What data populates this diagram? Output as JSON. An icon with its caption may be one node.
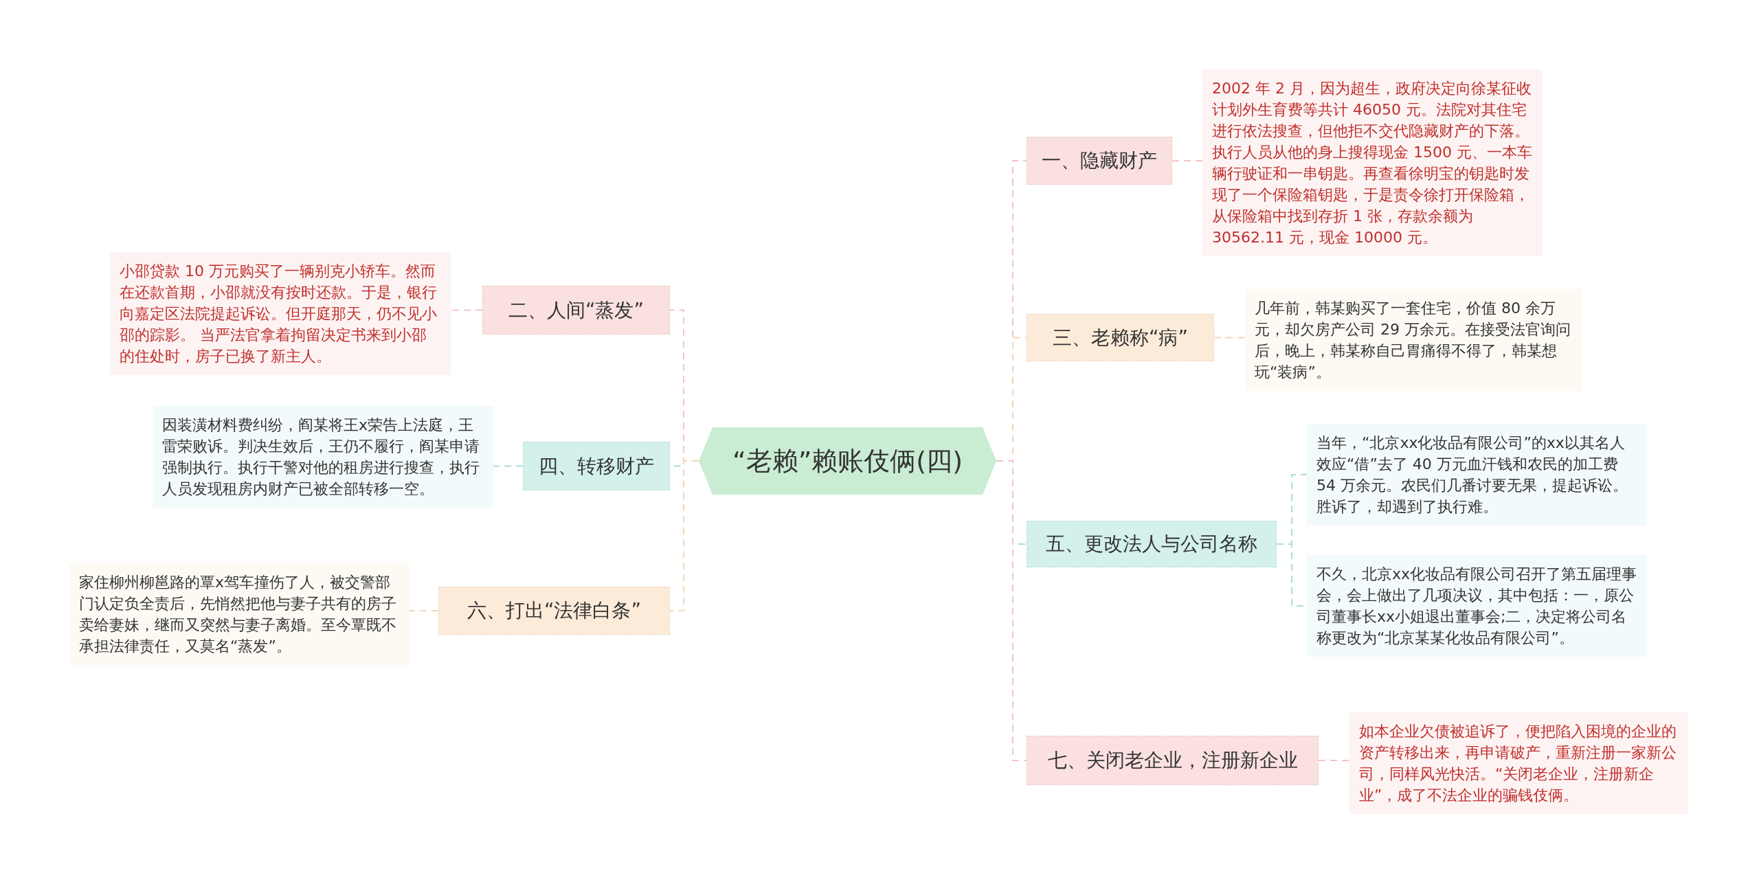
{
  "diagram": {
    "nodes": [
      {
        "text": [
          "“老赖”赖账伎俩(四)"
        ]
      },
      {
        "text": [
          "一、隐藏财产"
        ]
      },
      {
        "text": [
          "2002 年 2 月，因为超生，政府决定向徐某征收计划外生育费等共计 46050 元。法院对其住宅进行依法搜查，但他拒不交代隐藏财产的下落。执行人员从他的身上搜得现金 1500 元、一本车辆行驶证和一串钥匙。再查看徐明宝的钥匙时发现了一个保险箱钥匙，于是责令徐打开保险箱，从保险箱中找到存折 1 张，存款余额为 30562.11 元，现金 10000 元。"
        ]
      },
      {
        "text": [
          "二、人间“蒸发”"
        ]
      },
      {
        "text": [
          "小邵贷款 10 万元购买了一辆别克小轿车。然而在还款首期，小邵就没有按时还款。于是，银行向嘉定区法院提起诉讼。但开庭那天，仍不见小邵的踪影。 当严法官拿着拘留决定书来到小邵的住处时，房子已换了新主人。"
        ]
      },
      {
        "text": [
          "三、老赖称“病”"
        ]
      },
      {
        "text": [
          "几年前，韩某购买了一套住宅，价值 80 余万元，却欠房产公司 29 万余元。在接受法官询问后，晚上，韩某称自己胃痛得不得了，韩某想玩“装病”。"
        ]
      },
      {
        "text": [
          "四、转移财产"
        ]
      },
      {
        "text": [
          "因装潢材料费纠纷，阎某将王x荣告上法庭，王雷荣败诉。判决生效后，王仍不履行，阎某申请强制执行。执行干警对他的租房进行搜查，执行人员发现租房内财产已被全部转移一空。"
        ]
      },
      {
        "text": [
          "五、更改法人与公司名称"
        ]
      },
      {
        "text": [
          "当年，“北京xx化妆品有限公司”的xx以其名人效应“借”去了 40 万元血汗钱和农民的加工费 54 万余元。农民们几番讨要无果，提起诉讼。胜诉了，却遇到了执行难。"
        ]
      },
      {
        "text": [
          "不久，北京xx化妆品有限公司召开了第五届理事会，会上做出了几项决议，其中包括：一，原公司董事长xx小姐退出董事会;二，决定将公司名称更改为“北京某某化妆品有限公司”。"
        ]
      },
      {
        "text": [
          "六、打出“法律白条”"
        ]
      },
      {
        "text": [
          "家住柳州柳邕路的覃x驾车撞伤了人，被交警部门认定负全责后，先悄然把他与妻子共有的房子卖给妻妹，继而又突然与妻子离婚。至今覃既不承担法律责任，又莫名“蒸发”。"
        ]
      },
      {
        "text": [
          "七、关闭老企业，注册新企业"
        ]
      },
      {
        "text": [
          "如本企业欠债被追诉了，便把陷入困境的企业的资产转移出来，再申请破产，重新注册一家新公司，同样风光快活。“关闭老企业，注册新企业”，成了不法企业的骗钱伎俩。"
        ]
      }
    ],
    "edges": [
      {
        "from": 0,
        "to": 1,
        "arrow": "none",
        "style": "dashed",
        "color": "#f4c4c4"
      },
      {
        "from": 1,
        "to": 2,
        "arrow": "none",
        "style": "dashed",
        "color": "#f4c4c4"
      },
      {
        "from": 0,
        "to": 3,
        "arrow": "none",
        "style": "dashed",
        "color": "#f4c4c4"
      },
      {
        "from": 3,
        "to": 4,
        "arrow": "none",
        "style": "dashed",
        "color": "#f4c4c4"
      },
      {
        "from": 0,
        "to": 5,
        "arrow": "none",
        "style": "dashed",
        "color": "#f5d6b8"
      },
      {
        "from": 5,
        "to": 6,
        "arrow": "none",
        "style": "dashed",
        "color": "#f5d6b8"
      },
      {
        "from": 0,
        "to": 7,
        "arrow": "none",
        "style": "dashed",
        "color": "#a9ded6"
      },
      {
        "from": 7,
        "to": 8,
        "arrow": "none",
        "style": "dashed",
        "color": "#a9ded6"
      },
      {
        "from": 0,
        "to": 9,
        "arrow": "none",
        "style": "dashed",
        "color": "#a9ded6"
      },
      {
        "from": 9,
        "to": 10,
        "arrow": "none",
        "style": "dashed",
        "color": "#a9ded6"
      },
      {
        "from": 9,
        "to": 11,
        "arrow": "none",
        "style": "dashed",
        "color": "#a9ded6"
      },
      {
        "from": 0,
        "to": 12,
        "arrow": "none",
        "style": "dashed",
        "color": "#f5d6b8"
      },
      {
        "from": 12,
        "to": 13,
        "arrow": "none",
        "style": "dashed",
        "color": "#f5d6b8"
      },
      {
        "from": 0,
        "to": 14,
        "arrow": "none",
        "style": "dashed",
        "color": "#f4c4c4"
      },
      {
        "from": 14,
        "to": 15,
        "arrow": "none",
        "style": "dashed",
        "color": "#f4c4c4"
      }
    ]
  }
}
